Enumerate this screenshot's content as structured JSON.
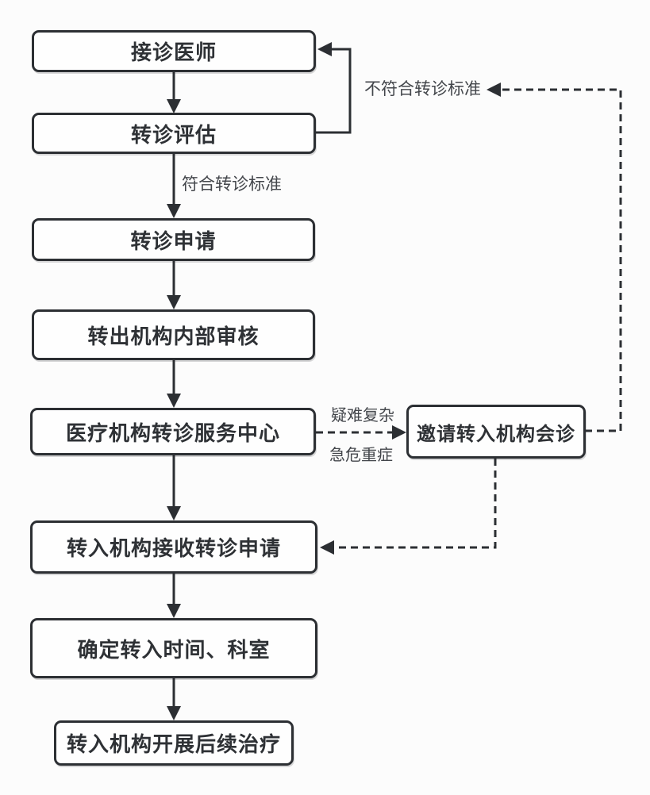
{
  "diagram": {
    "type": "flowchart",
    "nodes": [
      {
        "id": "receiving-physician",
        "label": "接诊医师"
      },
      {
        "id": "referral-evaluation",
        "label": "转诊评估"
      },
      {
        "id": "referral-application",
        "label": "转诊申请"
      },
      {
        "id": "internal-review",
        "label": "转出机构内部审核"
      },
      {
        "id": "referral-service-center",
        "label": "医疗机构转诊服务中心"
      },
      {
        "id": "invite-consultation",
        "label": "邀请转入机构会诊"
      },
      {
        "id": "receive-application",
        "label": "转入机构接收转诊申请"
      },
      {
        "id": "confirm-time-department",
        "label": "确定转入时间、科室"
      },
      {
        "id": "follow-up-treatment",
        "label": "转入机构开展后续治疗"
      }
    ],
    "labels": {
      "not_meet_criteria": "不符合转诊标准",
      "meet_criteria": "符合转诊标准",
      "difficult_complex": "疑难复杂",
      "acute_critical": "急危重症"
    },
    "edges": [
      {
        "from": "receiving-physician",
        "to": "referral-evaluation",
        "style": "solid"
      },
      {
        "from": "referral-evaluation",
        "to": "receiving-physician",
        "style": "solid"
      },
      {
        "from": "referral-evaluation",
        "to": "referral-application",
        "style": "solid",
        "label": "符合转诊标准"
      },
      {
        "from": "referral-application",
        "to": "internal-review",
        "style": "solid"
      },
      {
        "from": "internal-review",
        "to": "referral-service-center",
        "style": "solid"
      },
      {
        "from": "referral-service-center",
        "to": "invite-consultation",
        "style": "dashed",
        "label": "疑难复杂 急危重症"
      },
      {
        "from": "invite-consultation",
        "to": "receiving-physician",
        "style": "dashed",
        "label": "不符合转诊标准"
      },
      {
        "from": "invite-consultation",
        "to": "receive-application",
        "style": "dashed"
      },
      {
        "from": "referral-service-center",
        "to": "receive-application",
        "style": "solid"
      },
      {
        "from": "receive-application",
        "to": "confirm-time-department",
        "style": "solid"
      },
      {
        "from": "confirm-time-department",
        "to": "follow-up-treatment",
        "style": "solid"
      }
    ],
    "colors": {
      "line": "#2c2f33",
      "node_fill": "#fefefe",
      "node_text": "#2e3135",
      "label_text": "#43464b",
      "background": "#fcfcfc"
    }
  }
}
